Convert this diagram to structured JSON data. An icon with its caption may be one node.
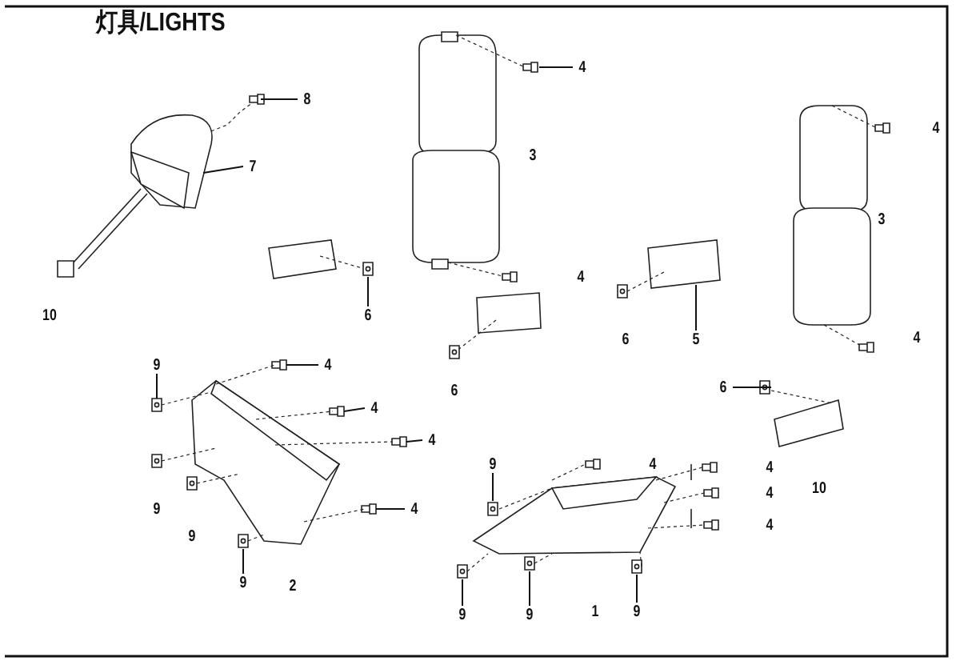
{
  "diagram": {
    "title": "灯具/LIGHTS",
    "nodes": [
      {
        "text": [
          "8"
        ]
      },
      {
        "text": [
          "7"
        ]
      },
      {
        "text": [
          "6"
        ]
      },
      {
        "text": [
          "4"
        ]
      },
      {
        "text": [
          "5"
        ]
      },
      {
        "text": [
          "9"
        ]
      },
      {
        "text": [
          "4"
        ]
      },
      {
        "text": [
          "6"
        ]
      },
      {
        "text": [
          "4"
        ]
      },
      {
        "text": [
          "4"
        ]
      },
      {
        "text": [
          "9"
        ]
      },
      {
        "text": [
          "4"
        ]
      },
      {
        "text": [
          "9"
        ]
      },
      {
        "text": [
          "9"
        ]
      },
      {
        "text": [
          "9"
        ]
      },
      {
        "text": [
          "9"
        ]
      }
    ],
    "edges": [
      {
        "from": 0,
        "to": null,
        "arrow": "none"
      },
      {
        "from": 1,
        "to": null,
        "arrow": "none"
      },
      {
        "from": 2,
        "to": null,
        "arrow": "none"
      },
      {
        "from": 3,
        "to": null,
        "arrow": "none"
      },
      {
        "from": 4,
        "to": null,
        "arrow": "none"
      },
      {
        "from": 5,
        "to": null,
        "arrow": "none"
      },
      {
        "from": 6,
        "to": null,
        "arrow": "none"
      },
      {
        "from": 7,
        "to": null,
        "arrow": "none"
      },
      {
        "from": 8,
        "to": null,
        "arrow": "none"
      },
      {
        "from": 9,
        "to": null,
        "arrow": "none"
      },
      {
        "from": 10,
        "to": null,
        "arrow": "none"
      },
      {
        "from": 11,
        "to": null,
        "arrow": "none"
      },
      {
        "from": 12,
        "to": null,
        "arrow": "none"
      },
      {
        "from": 13,
        "to": null,
        "arrow": "none"
      },
      {
        "from": 14,
        "to": null,
        "arrow": "none"
      },
      {
        "from": 15,
        "to": null,
        "arrow": "none"
      }
    ],
    "labels": [
      "4",
      "3",
      "3",
      "4",
      "10",
      "6",
      "4",
      "6",
      "4",
      "4",
      "10",
      "4",
      "9",
      "4",
      "9",
      "2",
      "1"
    ]
  }
}
